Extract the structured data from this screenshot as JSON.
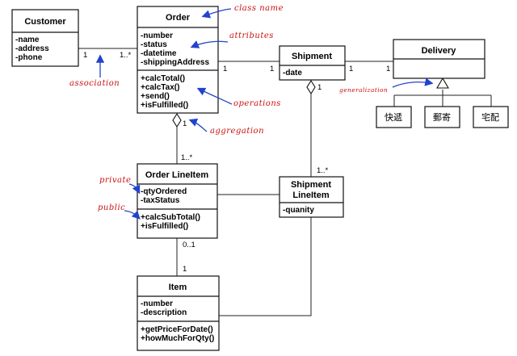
{
  "classes": {
    "customer": {
      "name": "Customer",
      "attributes": [
        "-name",
        "-address",
        "-phone"
      ]
    },
    "order": {
      "name": "Order",
      "attributes": [
        "-number",
        "-status",
        "-datetime",
        "-shippingAddress"
      ],
      "operations": [
        "+calcTotal()",
        "+calcTax()",
        "+send()",
        "+isFulfilled()"
      ]
    },
    "shipment": {
      "name": "Shipment",
      "attributes": [
        "-date"
      ]
    },
    "delivery": {
      "name": "Delivery"
    },
    "delivery_subtypes": [
      "快遞",
      "郵寄",
      "宅配"
    ],
    "order_line_item": {
      "name": "Order LineItem",
      "attributes": [
        "-qtyOrdered",
        "-taxStatus"
      ],
      "operations": [
        "+calcSubTotal()",
        "+isFulfilled()"
      ]
    },
    "shipment_line_item": {
      "name_line1": "Shipment",
      "name_line2": "LineItem",
      "attributes": [
        "-quanity"
      ]
    },
    "item": {
      "name": "Item",
      "attributes": [
        "-number",
        "-description"
      ],
      "operations": [
        "+getPriceForDate()",
        "+howMuchForQty()"
      ]
    }
  },
  "multiplicities": {
    "customer_order_a": "1",
    "customer_order_b": "1..*",
    "order_shipment_a": "1",
    "order_shipment_b": "1",
    "shipment_delivery_a": "1",
    "shipment_delivery_b": "1",
    "order_lineitem_a": "1",
    "order_lineitem_b": "1..*",
    "shipment_shipline_a": "1",
    "shipment_shipline_b": "1..*",
    "lineitem_item_a": "0..1",
    "lineitem_item_b": "1"
  },
  "annotations": {
    "class_name": "class name",
    "attributes": "attributes",
    "association": "association",
    "operations": "operations",
    "aggregation": "aggregation",
    "generalization": "generalization",
    "private": "private",
    "public": "public"
  },
  "colors": {
    "annotation_text": "#cc1111",
    "annotation_arrow": "#2244cc"
  }
}
